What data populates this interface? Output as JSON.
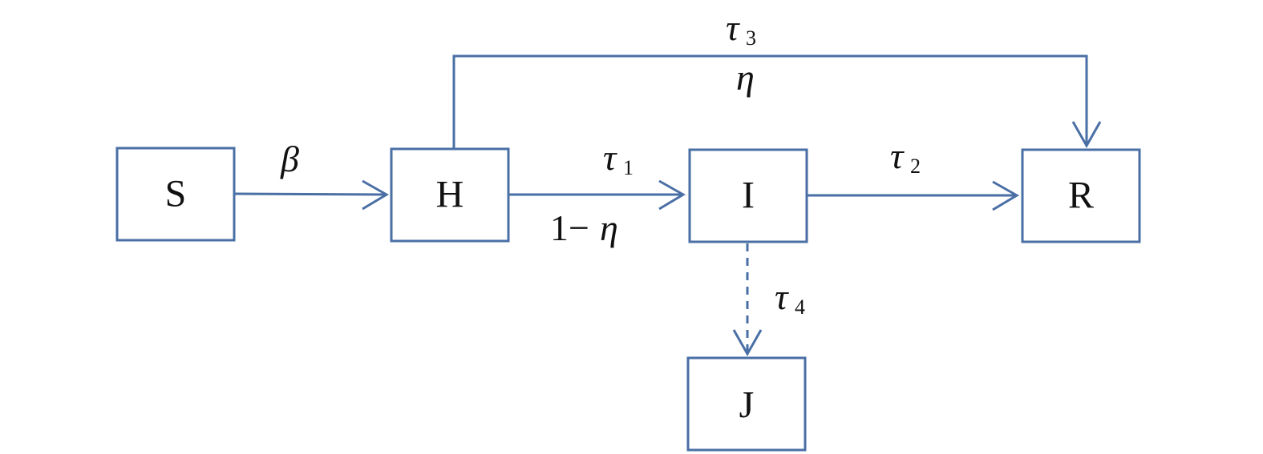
{
  "nodes": {
    "S": "S",
    "H": "H",
    "I": "I",
    "R": "R",
    "J": "J"
  },
  "edges": {
    "s_to_h": {
      "symbol": "β"
    },
    "h_to_i": {
      "symbol": "τ",
      "subscript": "1",
      "below_prefix": "1−",
      "below_symbol": "η"
    },
    "i_to_r": {
      "symbol": "τ",
      "subscript": "2"
    },
    "h_to_r": {
      "symbol": "τ",
      "subscript": "3",
      "below_symbol": "η"
    },
    "i_to_j": {
      "symbol": "τ",
      "subscript": "4",
      "style": "dashed"
    }
  },
  "colors": {
    "stroke": "#4a6fa5",
    "text": "#111111"
  }
}
